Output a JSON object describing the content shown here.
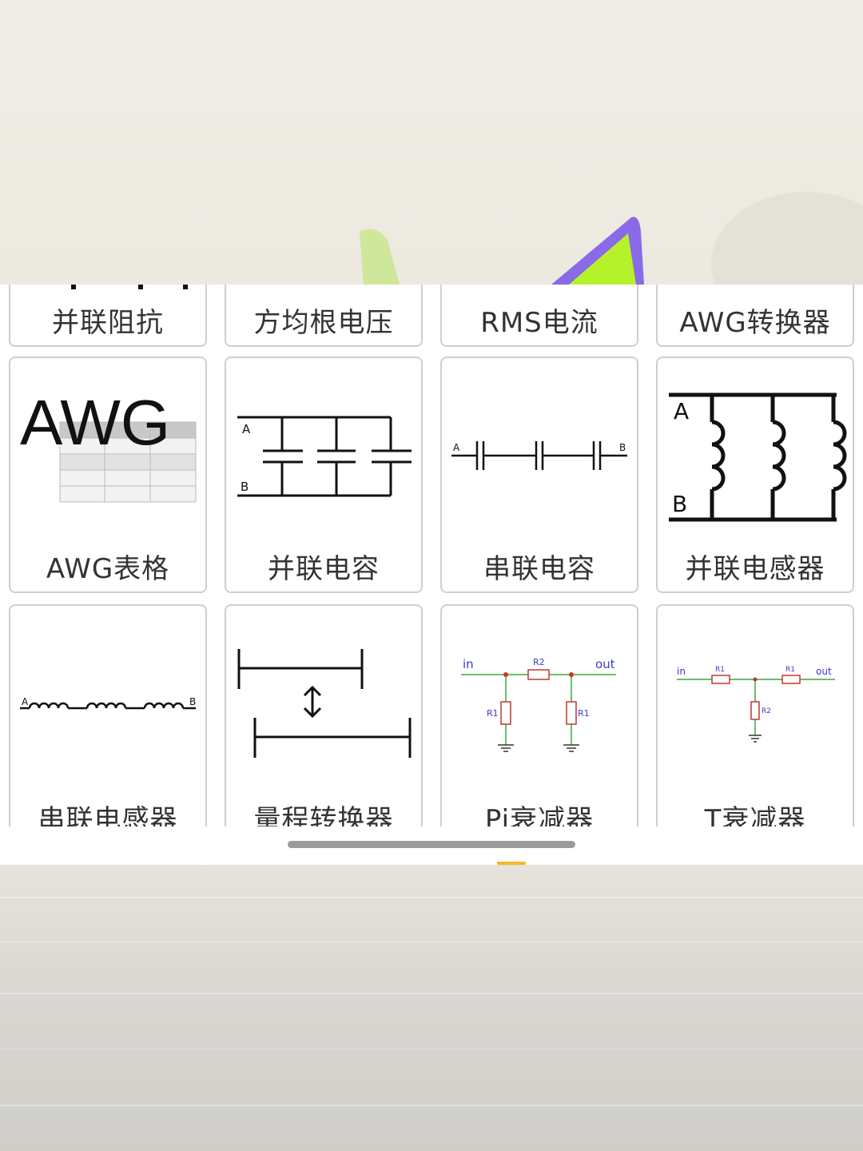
{
  "grid": {
    "row0": [
      "并联阻抗",
      "方均根电压",
      "RMS电流",
      "AWG转换器"
    ],
    "row1": [
      "AWG表格",
      "并联电容",
      "串联电容",
      "并联电感器"
    ],
    "row2": [
      "串联电感器",
      "量程转换器",
      "Pi衰减器",
      "T衰减器"
    ]
  },
  "icons": {
    "awg_text": "AWG",
    "node_a": "A",
    "node_b": "B",
    "pi_in": "in",
    "pi_out": "out",
    "pi_r2": "R2",
    "pi_r1": "R1",
    "t_in": "in",
    "t_out": "out",
    "t_r1": "R1",
    "t_r2": "R2"
  },
  "colors": {
    "wire_green": "#3aa83a",
    "resistor_red": "#c0392b",
    "label_blue": "#3b3bd0",
    "card_border": "#cfcfcf"
  }
}
